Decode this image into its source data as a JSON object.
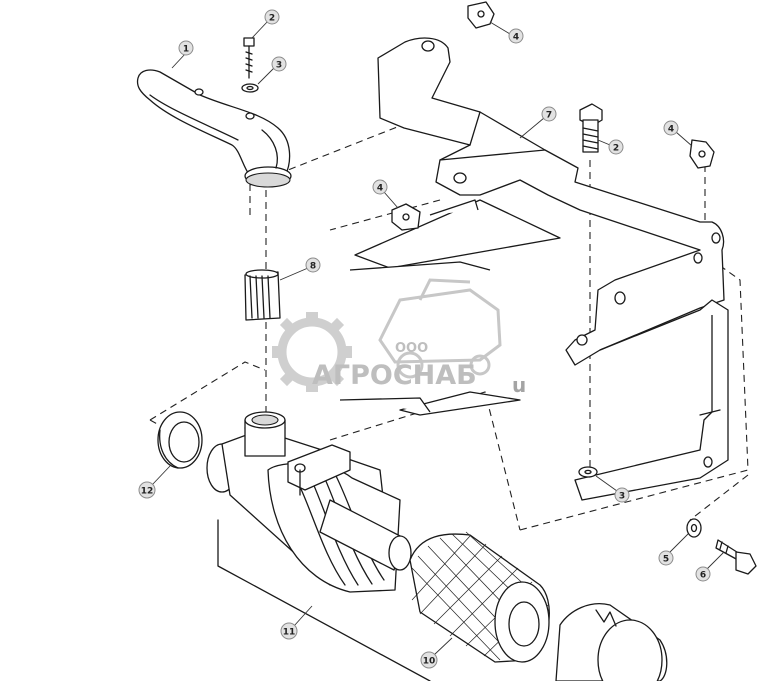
{
  "callouts": [
    {
      "id": "c1",
      "label": "1"
    },
    {
      "id": "c2a",
      "label": "2"
    },
    {
      "id": "c3a",
      "label": "3"
    },
    {
      "id": "c4a",
      "label": "4"
    },
    {
      "id": "c7",
      "label": "7"
    },
    {
      "id": "c2b",
      "label": "2"
    },
    {
      "id": "c4b",
      "label": "4"
    },
    {
      "id": "c4c",
      "label": "4"
    },
    {
      "id": "c8",
      "label": "8"
    },
    {
      "id": "c12",
      "label": "12"
    },
    {
      "id": "c3b",
      "label": "3"
    },
    {
      "id": "c5",
      "label": "5"
    },
    {
      "id": "c6",
      "label": "6"
    },
    {
      "id": "c11",
      "label": "11"
    },
    {
      "id": "c10",
      "label": "10"
    }
  ],
  "watermark": {
    "prefix": "ООО",
    "brand": "АГРОСНАБ",
    "suffix": "u"
  },
  "colors": {
    "line": "#1a1a1a",
    "callout_fill": "#e2e2e2",
    "watermark_gear": "#a9a9a9",
    "watermark_text": "#8a8a8a"
  }
}
